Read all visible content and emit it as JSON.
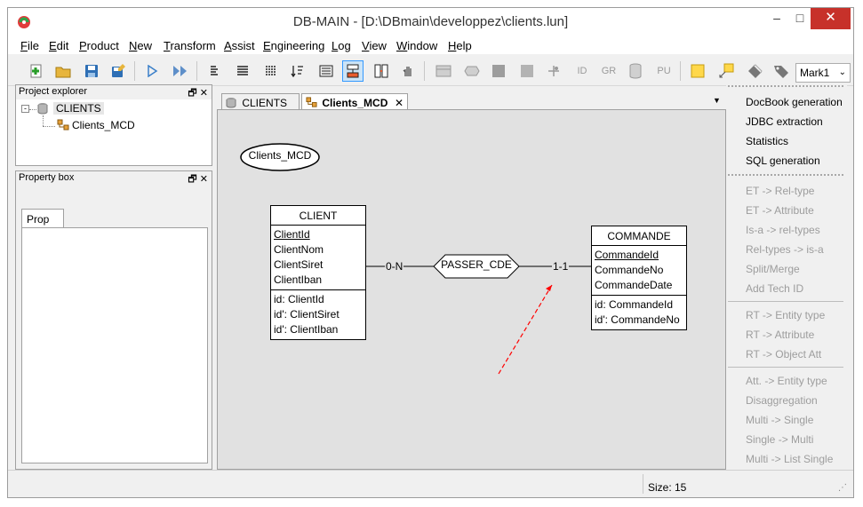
{
  "window": {
    "title": "DB-MAIN  - [D:\\DBmain\\developpez\\clients.lun]",
    "minimize": "–",
    "maximize": "□",
    "close": "✕"
  },
  "menu": [
    "File",
    "Edit",
    "Product",
    "New",
    "Transform",
    "Assist",
    "Engineering",
    "Log",
    "View",
    "Window",
    "Help"
  ],
  "toolbar": {
    "icons": [
      "new-project-icon",
      "open-folder-icon",
      "save-icon",
      "save-as-icon",
      "play-icon",
      "fast-forward-icon",
      "align-left-icon",
      "align-justify-icon",
      "view-compact-icon",
      "sort-icon",
      "view-text-icon",
      "view-graph-icon",
      "view-dependency-icon",
      "hand-icon",
      "entity-type-icon",
      "rel-type-icon",
      "attribute-icon",
      "group-icon",
      "role-icon"
    ],
    "id_label": "ID",
    "gr_label": "GR",
    "pu_label": "PU",
    "extra_icons": [
      "collection-icon",
      "note-icon",
      "link-note-icon",
      "mark-icon",
      "tag-icon"
    ],
    "mark_select": "Mark1"
  },
  "project_explorer": {
    "title": "Project explorer",
    "root": "CLIENTS",
    "child": "Clients_MCD"
  },
  "property_box": {
    "title": "Property box",
    "tab": "Prop"
  },
  "tabs": [
    {
      "label": "CLIENTS"
    },
    {
      "label": "Clients_MCD"
    }
  ],
  "tab_close": "✕",
  "tab_dropdown": "▼",
  "diagram": {
    "schema_label": "Clients_MCD",
    "client": {
      "name": "CLIENT",
      "attributes": [
        "ClientId",
        "ClientNom",
        "ClientSiret",
        "ClientIban"
      ],
      "ids": [
        "id: ClientId",
        "id': ClientSiret",
        "id': ClientIban"
      ]
    },
    "commande": {
      "name": "COMMANDE",
      "attributes": [
        "CommandeId",
        "CommandeNo",
        "CommandeDate"
      ],
      "ids": [
        "id: CommandeId",
        "id': CommandeNo"
      ]
    },
    "relationship": "PASSER_CDE",
    "card_left": "0-N",
    "card_right": "1-1",
    "arrow_color": "#ff0000"
  },
  "sidemenu": {
    "enabled": [
      "DocBook generation",
      "JDBC extraction",
      "Statistics",
      "SQL generation"
    ],
    "group1": [
      "ET -> Rel-type",
      "ET -> Attribute",
      "Is-a -> rel-types",
      "Rel-types -> is-a",
      "Split/Merge",
      "Add Tech ID"
    ],
    "group2": [
      "RT -> Entity type",
      "RT -> Attribute",
      "RT -> Object Att"
    ],
    "group3": [
      "Att. -> Entity type",
      "Disaggregation",
      "Multi -> Single",
      "Single -> Multi",
      "Multi -> List Single"
    ]
  },
  "status": {
    "size": "Size: 15"
  }
}
